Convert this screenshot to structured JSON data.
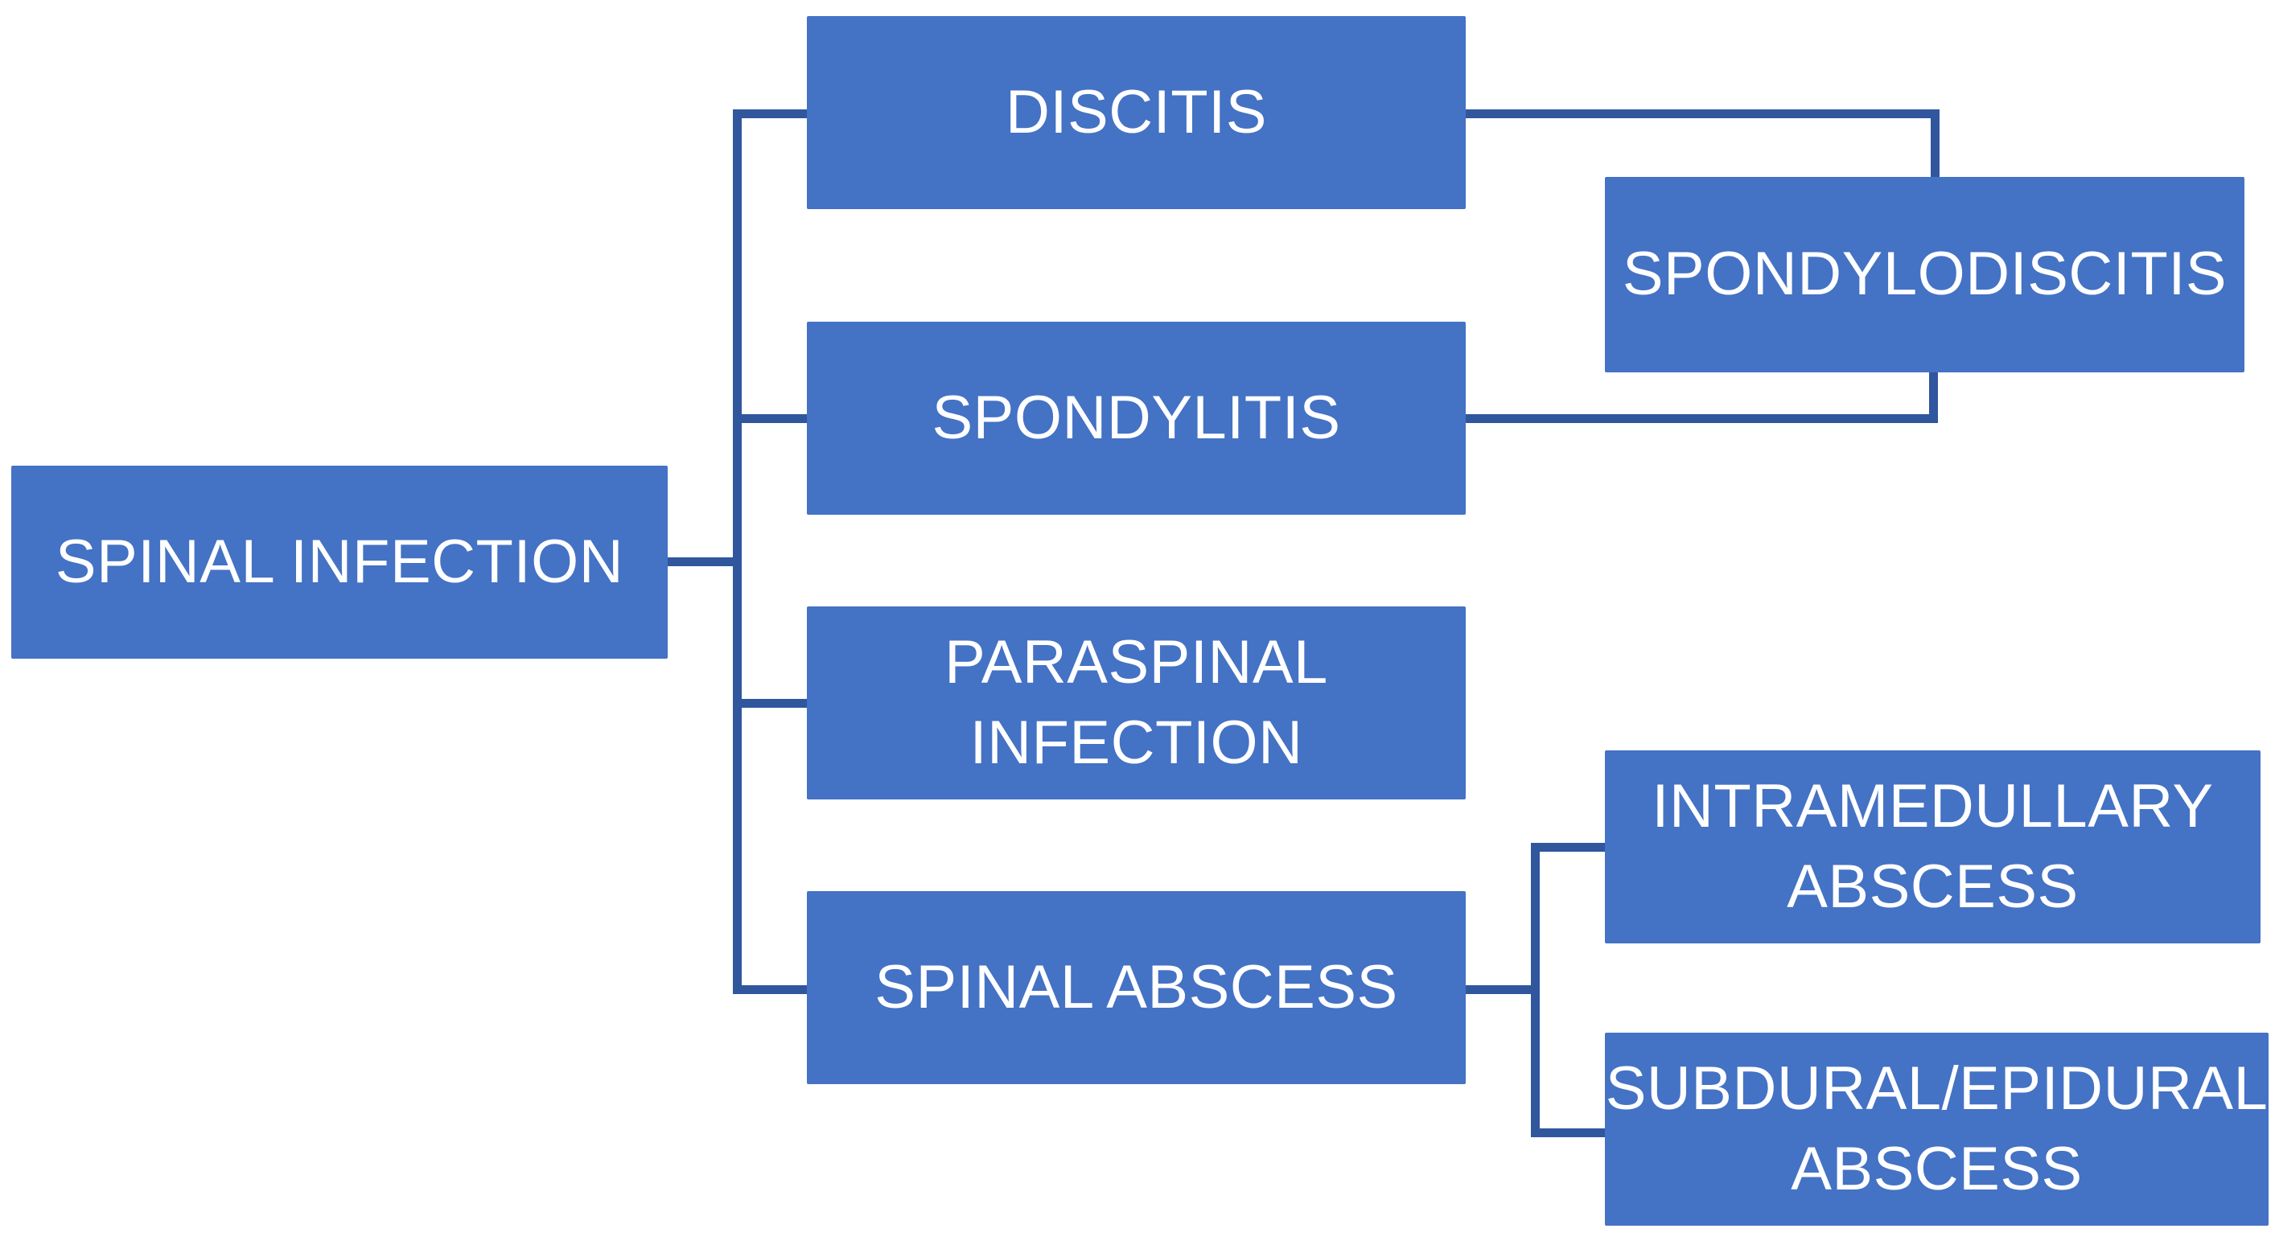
{
  "diagram": {
    "title": "Spinal infection classification flowchart",
    "colors": {
      "page-bg": "#ffffff",
      "box-fill": "#4472C4",
      "box-text": "#ffffff",
      "connector": "#30569E"
    },
    "nodes": {
      "spinal_infection": {
        "label": "SPINAL INFECTION",
        "lines": [
          "SPINAL INFECTION"
        ]
      },
      "discitis": {
        "label": "DISCITIS",
        "lines": [
          "DISCITIS"
        ]
      },
      "spondylitis": {
        "label": "SPONDYLITIS",
        "lines": [
          "SPONDYLITIS"
        ]
      },
      "paraspinal_infection": {
        "label": "PARASPINAL INFECTION",
        "lines": [
          "PARASPINAL",
          "INFECTION"
        ]
      },
      "spinal_abscess": {
        "label": "SPINAL ABSCESS",
        "lines": [
          "SPINAL ABSCESS"
        ]
      },
      "spondylodiscitis": {
        "label": "SPONDYLODISCITIS",
        "lines": [
          "SPONDYLODISCITIS"
        ]
      },
      "intramedullary_abscess": {
        "label": "INTRAMEDULLARY ABSCESS",
        "lines": [
          "INTRAMEDULLARY",
          "ABSCESS"
        ]
      },
      "subdural_epidural_abscess": {
        "label": "SUBDURAL/EPIDURAL ABSCESS",
        "lines": [
          "SUBDURAL/EPIDURAL",
          "ABSCESS"
        ]
      }
    },
    "edges": [
      "SPINAL INFECTION -> DISCITIS",
      "SPINAL INFECTION -> SPONDYLITIS",
      "SPINAL INFECTION -> PARASPINAL INFECTION",
      "SPINAL INFECTION -> SPINAL ABSCESS",
      "DISCITIS -> SPONDYLODISCITIS",
      "SPONDYLITIS -> SPONDYLODISCITIS",
      "SPINAL ABSCESS -> INTRAMEDULLARY ABSCESS",
      "SPINAL ABSCESS -> SUBDURAL/EPIDURAL ABSCESS"
    ]
  }
}
